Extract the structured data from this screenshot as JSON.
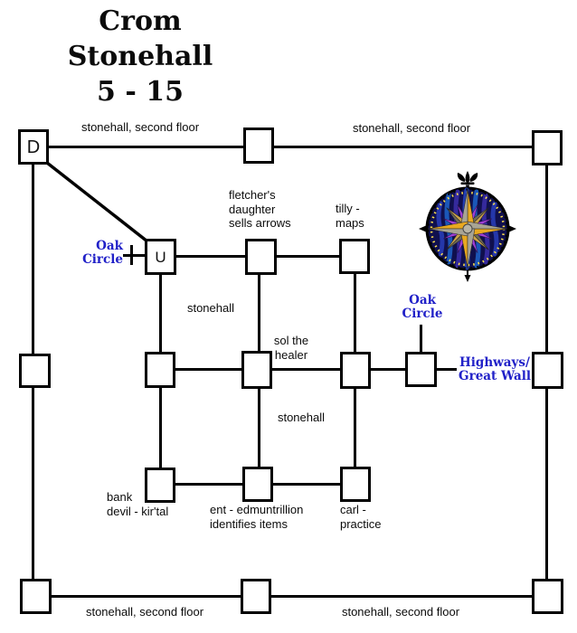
{
  "title": {
    "line1": "Crom",
    "line2": "Stonehall",
    "line3": "5 - 15"
  },
  "colors": {
    "background": "#ffffff",
    "map_lines": "#000000",
    "label_text": "#0b0b0b",
    "exit_label_blue": "#2121c8",
    "compass_sea_navy": "#10104e",
    "compass_gold": "#e8a820",
    "compass_purple": "#a040d8",
    "compass_dot_ring_yellow": "#ffe24a"
  },
  "rooms": {
    "stairs_down_letter": "D",
    "stairs_up_letter": "U"
  },
  "street_labels": {
    "top_left": "stonehall, second floor",
    "top_right": "stonehall, second floor",
    "upper_vertical": "stonehall",
    "lower_vertical": "stonehall",
    "bottom_left": "stonehall, second floor",
    "bottom_right": "stonehall, second floor"
  },
  "poi_labels": {
    "fletcher": [
      "fletcher's",
      "daughter",
      "sells arrows"
    ],
    "tilly": [
      "tilly -",
      "maps"
    ],
    "sol": [
      "sol the",
      "healer"
    ],
    "bank": [
      "bank",
      "devil - kir'tal"
    ],
    "ent": [
      "ent - edmuntrillion",
      "identifies items"
    ],
    "carl": [
      "carl -",
      "practice"
    ]
  },
  "exit_labels": {
    "oak_circle_west": [
      "Oak",
      "Circle"
    ],
    "oak_circle_east": [
      "Oak",
      "Circle"
    ],
    "highways": [
      "Highways/",
      "Great Wall"
    ]
  },
  "icons": {
    "compass": "compass-rose-icon",
    "compass_north": "fleur-de-lis-icon"
  }
}
